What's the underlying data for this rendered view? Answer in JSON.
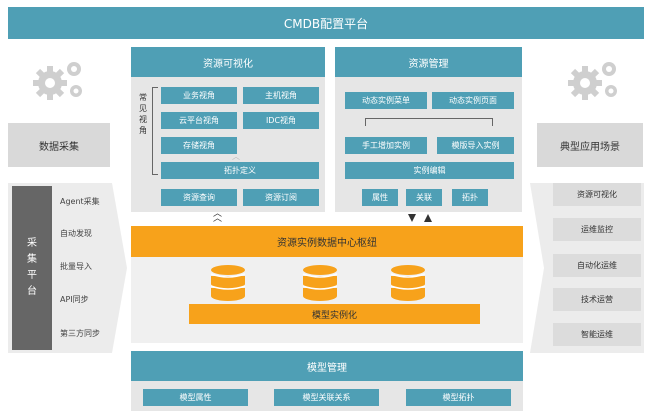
{
  "header": {
    "title": "CMDB配置平台"
  },
  "left": {
    "collect_title": "数据采集",
    "platform_label_chars": [
      "采",
      "集",
      "平",
      "台"
    ],
    "items": [
      "Agent采集",
      "自动发现",
      "批量导入",
      "API同步",
      "第三方同步"
    ]
  },
  "right": {
    "title": "典型应用场景",
    "items": [
      "资源可视化",
      "运维监控",
      "自动化运维",
      "技术运营",
      "智能运维"
    ]
  },
  "viz": {
    "title": "资源可视化",
    "vertical_chars": [
      "常",
      "见",
      "视",
      "角"
    ],
    "views": [
      "业务视角",
      "主机视角",
      "云平台视角",
      "IDC视角",
      "存储视角"
    ],
    "topo_def": "拓扑定义",
    "query": "资源查询",
    "subscribe": "资源订阅"
  },
  "mgmt": {
    "title": "资源管理",
    "dyn_menu": "动态实例菜单",
    "dyn_page": "动态实例页面",
    "manual_add": "手工增加实例",
    "template_import": "模版导入实例",
    "edit": "实例编辑",
    "attr": "属性",
    "relation": "关联",
    "topo": "拓扑"
  },
  "hub": {
    "title": "资源实例数据中心枢纽",
    "instance": "模型实例化"
  },
  "model": {
    "title": "模型管理",
    "items": [
      "模型属性",
      "模型关联关系",
      "模型拓扑"
    ]
  },
  "colors": {
    "teal": "#4f9fb5",
    "orange": "#f7a21b",
    "gray": "#d9d9d9",
    "dark_gray": "#666666"
  }
}
